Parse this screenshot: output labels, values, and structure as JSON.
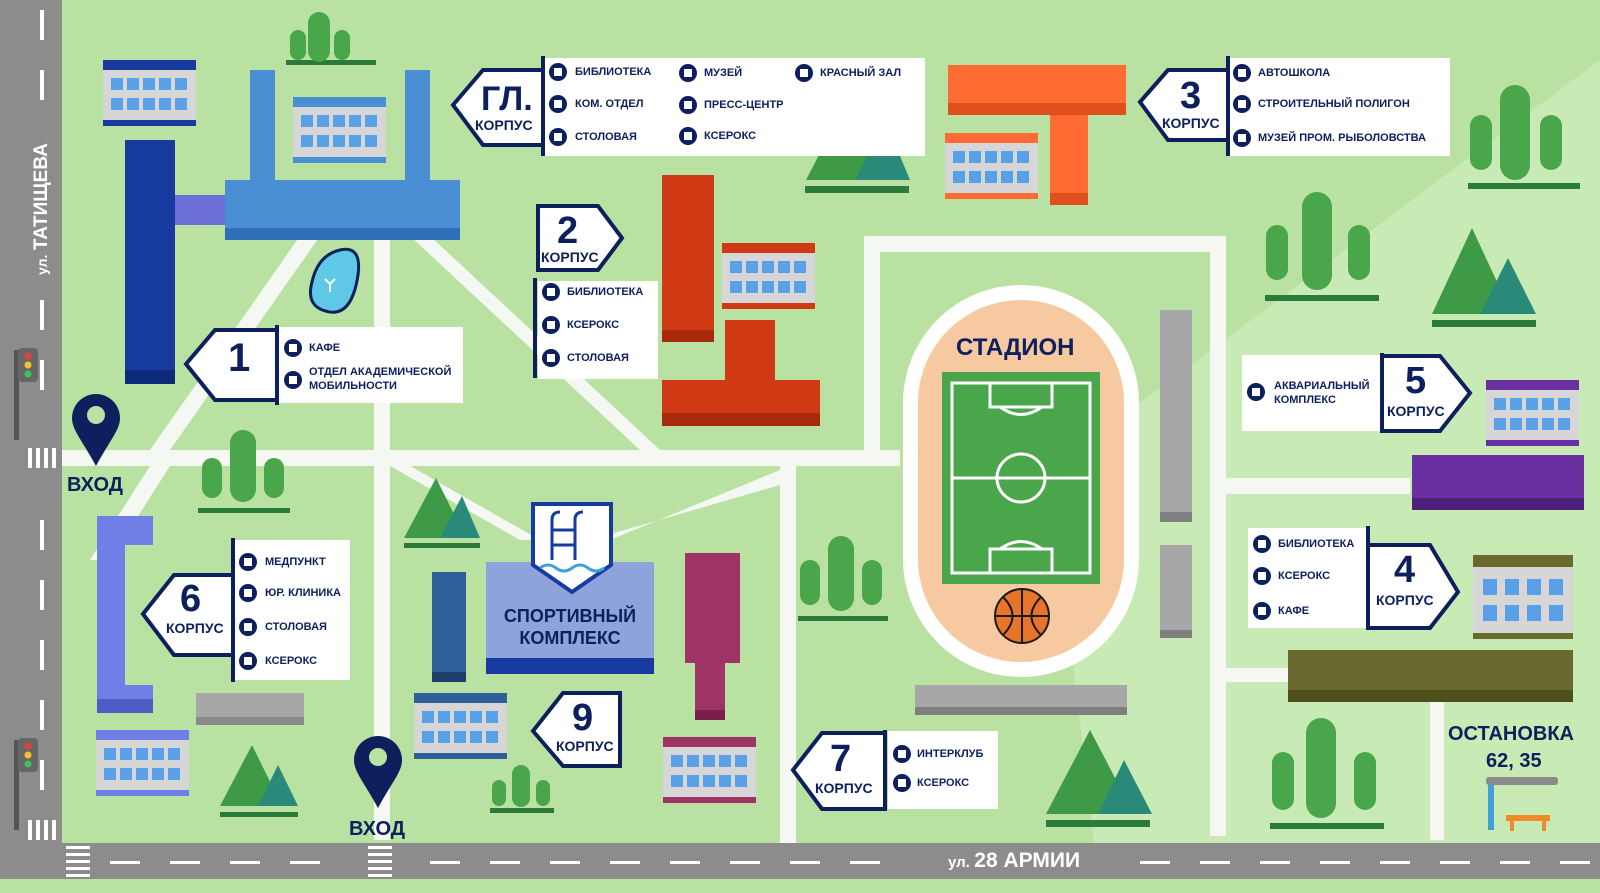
{
  "streets": {
    "tatishcheva": {
      "prefix": "ул.",
      "name": "ТАТИЩЕВА"
    },
    "armii": {
      "prefix": "ул.",
      "name": "28 АРМИИ"
    }
  },
  "entrances": [
    "ВХОД",
    "ВХОД"
  ],
  "stop": {
    "title": "ОСТАНОВКА",
    "routes": "62, 35"
  },
  "stadium": {
    "title": "СТАДИОН"
  },
  "sport_complex": {
    "line1": "СПОРТИВНЫЙ",
    "line2": "КОМПЛЕКС"
  },
  "buildings": {
    "main": {
      "number": "ГЛ.",
      "label": "КОРПУС",
      "items": [
        {
          "text": "БИБЛИОТЕКА",
          "icon": "library-icon"
        },
        {
          "text": "КОМ. ОТДЕЛ",
          "icon": "office-icon"
        },
        {
          "text": "СТОЛОВАЯ",
          "icon": "cutlery-icon"
        },
        {
          "text": "МУЗЕЙ",
          "icon": "museum-icon"
        },
        {
          "text": "ПРЕСС-ЦЕНТР",
          "icon": "press-icon"
        },
        {
          "text": "КСЕРОКС",
          "icon": "copier-icon"
        },
        {
          "text": "КРАСНЫЙ ЗАЛ",
          "icon": "hall-icon"
        }
      ]
    },
    "b1": {
      "number": "1",
      "label": "",
      "items": [
        {
          "text": "КАФЕ",
          "icon": "coffee-icon"
        },
        {
          "text": "ОТДЕЛ АКАДЕМИЧЕСКОЙ",
          "icon": "mobility-icon"
        },
        {
          "text": "МОБИЛЬНОСТИ",
          "icon": ""
        }
      ]
    },
    "b2": {
      "number": "2",
      "label": "КОРПУС",
      "items": [
        {
          "text": "БИБЛИОТЕКА",
          "icon": "library-icon"
        },
        {
          "text": "КСЕРОКС",
          "icon": "copier-icon"
        },
        {
          "text": "СТОЛОВАЯ",
          "icon": "cutlery-icon"
        }
      ]
    },
    "b3": {
      "number": "3",
      "label": "КОРПУС",
      "items": [
        {
          "text": "АВТОШКОЛА",
          "icon": "car-icon"
        },
        {
          "text": "СТРОИТЕЛЬНЫЙ ПОЛИГОН",
          "icon": "construction-icon"
        },
        {
          "text": "МУЗЕЙ ПРОМ. РЫБОЛОВСТВА",
          "icon": "fishing-icon"
        }
      ]
    },
    "b4": {
      "number": "4",
      "label": "КОРПУС",
      "items": [
        {
          "text": "БИБЛИОТЕКА",
          "icon": "library-icon"
        },
        {
          "text": "КСЕРОКС",
          "icon": "copier-icon"
        },
        {
          "text": "КАФЕ",
          "icon": "coffee-icon"
        }
      ]
    },
    "b5": {
      "number": "5",
      "label": "КОРПУС",
      "items": [
        {
          "text": "АКВАРИАЛЬНЫЙ",
          "icon": "aquarium-icon"
        },
        {
          "text": "КОМПЛЕКС",
          "icon": ""
        }
      ]
    },
    "b6": {
      "number": "6",
      "label": "КОРПУС",
      "items": [
        {
          "text": "МЕДПУНКТ",
          "icon": "medical-icon"
        },
        {
          "text": "ЮР. КЛИНИКА",
          "icon": "law-icon"
        },
        {
          "text": "СТОЛОВАЯ",
          "icon": "cutlery-icon"
        },
        {
          "text": "КСЕРОКС",
          "icon": "copier-icon"
        }
      ]
    },
    "b7": {
      "number": "7",
      "label": "КОРПУС",
      "items": [
        {
          "text": "ИНТЕРКЛУБ",
          "icon": "interclub-icon"
        },
        {
          "text": "КСЕРОКС",
          "icon": "copier-icon"
        }
      ]
    },
    "b9": {
      "number": "9",
      "label": "КОРПУС",
      "items": []
    }
  },
  "colors": {
    "grass": "#b9e2a2",
    "road": "#8c8c8c",
    "path": "#f4f7f2",
    "navy": "#0d1f5c",
    "stadium_track": "#f7c9a0",
    "field": "#4aa64a"
  }
}
